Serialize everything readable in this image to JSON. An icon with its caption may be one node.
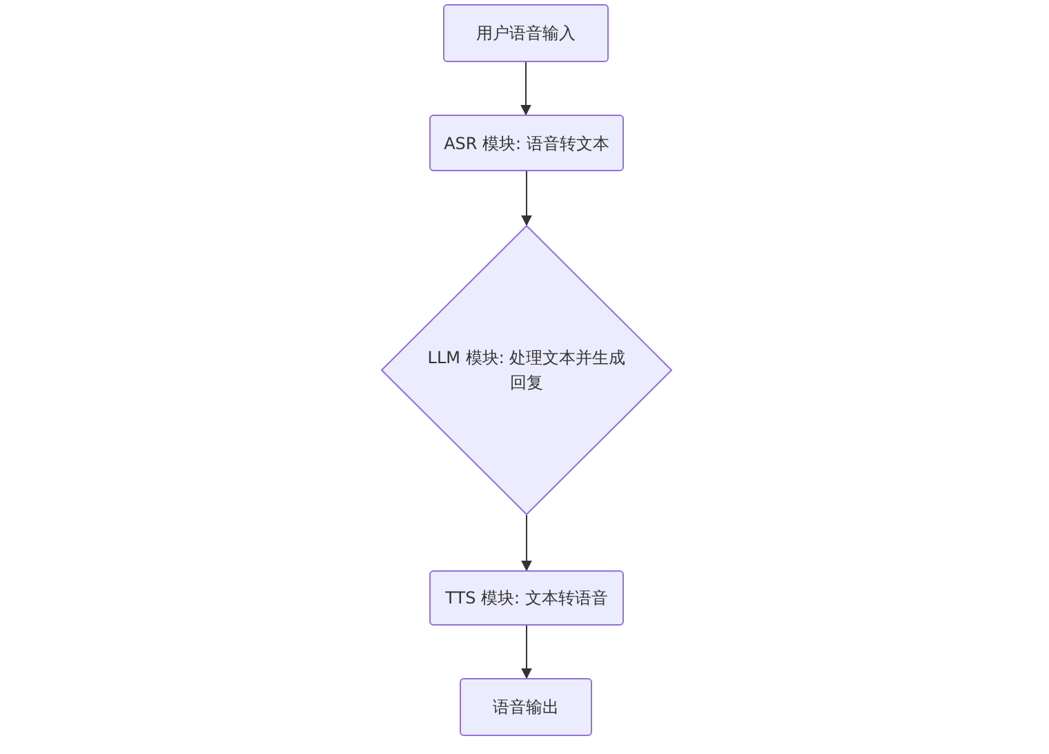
{
  "diagram": {
    "nodes": [
      {
        "text": [
          "用户语音输入"
        ]
      },
      {
        "text": [
          "ASR 模块: 语音转文本"
        ]
      },
      {
        "text": [
          "LLM 模块: 处理文本并生成回复"
        ]
      },
      {
        "text": [
          "TTS 模块: 文本转语音"
        ]
      },
      {
        "text": [
          "语音输出"
        ]
      }
    ],
    "edges": [
      {
        "from": 0,
        "to": 1,
        "arrow": "to"
      },
      {
        "from": 1,
        "to": 2,
        "arrow": "to"
      },
      {
        "from": 2,
        "to": 3,
        "arrow": "to"
      },
      {
        "from": 3,
        "to": 4,
        "arrow": "to"
      }
    ]
  }
}
